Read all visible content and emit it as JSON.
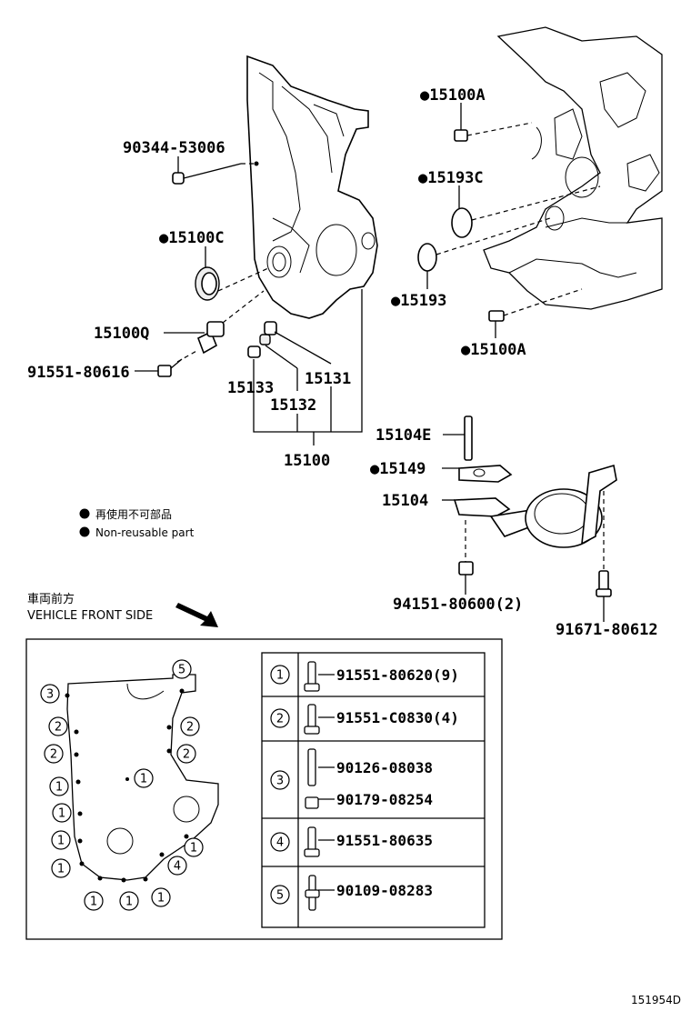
{
  "labels": {
    "p90344": "90344-53006",
    "p15100A_top": "●15100A",
    "p15193C": "●15193C",
    "p15100C": "●15100C",
    "p15193": "●15193",
    "p15100Q": "15100Q",
    "p15100A_bot": "●15100A",
    "p91551_80616": "91551-80616",
    "p15133": "15133",
    "p15131": "15131",
    "p15132": "15132",
    "p15100": "15100",
    "p15104E": "15104E",
    "p15149": "●15149",
    "p15104": "15104",
    "p94151": "94151-80600(2)",
    "p91671": "91671-80612"
  },
  "legend": {
    "jp": "再使用不可部品",
    "en": "Non-reusable part"
  },
  "direction": {
    "jp": "車両前方",
    "en": "VEHICLE FRONT SIDE"
  },
  "bolt_table": [
    {
      "num": "1",
      "parts": [
        "91551-80620(9)"
      ]
    },
    {
      "num": "2",
      "parts": [
        "91551-C0830(4)"
      ]
    },
    {
      "num": "3",
      "parts": [
        "90126-08038",
        "90179-08254"
      ]
    },
    {
      "num": "4",
      "parts": [
        "91551-80635"
      ]
    },
    {
      "num": "5",
      "parts": [
        "90109-08283"
      ]
    }
  ],
  "cover_callouts": [
    "5",
    "3",
    "2",
    "2",
    "2",
    "2",
    "1",
    "1",
    "1",
    "1",
    "1",
    "1",
    "4",
    "1",
    "1",
    "1",
    "1"
  ],
  "figure_id": "151954D"
}
